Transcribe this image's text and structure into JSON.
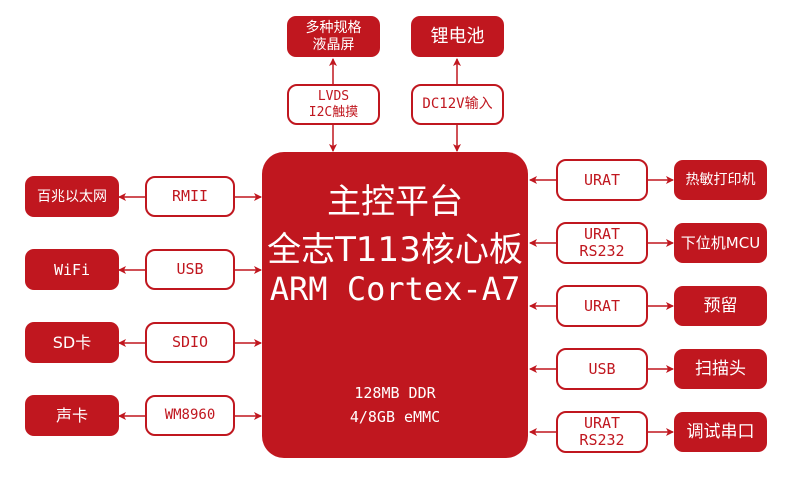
{
  "core": {
    "line1": "主控平台",
    "line2": "全志T113核心板",
    "line3": "ARM Cortex-A7",
    "line4": "128MB  DDR",
    "line5": "4/8GB eMMC"
  },
  "top": [
    {
      "device": "多种规格\n液晶屏",
      "interface": "LVDS\nI2C触摸"
    },
    {
      "device": "锂电池",
      "interface": "DC12V输入"
    }
  ],
  "left": [
    {
      "device": "百兆以太网",
      "interface": "RMII"
    },
    {
      "device": "WiFi",
      "interface": "USB"
    },
    {
      "device": "SD卡",
      "interface": "SDIO"
    },
    {
      "device": "声卡",
      "interface": "WM8960"
    }
  ],
  "right": [
    {
      "interface": "URAT",
      "device": "热敏打印机"
    },
    {
      "interface": "URAT\nRS232",
      "device": "下位机MCU"
    },
    {
      "interface": "URAT",
      "device": "预留"
    },
    {
      "interface": "USB",
      "device": "扫描头"
    },
    {
      "interface": "URAT\nRS232",
      "device": "调试串口"
    }
  ],
  "colors": {
    "accent": "#c0171f",
    "background": "#ffffff"
  }
}
